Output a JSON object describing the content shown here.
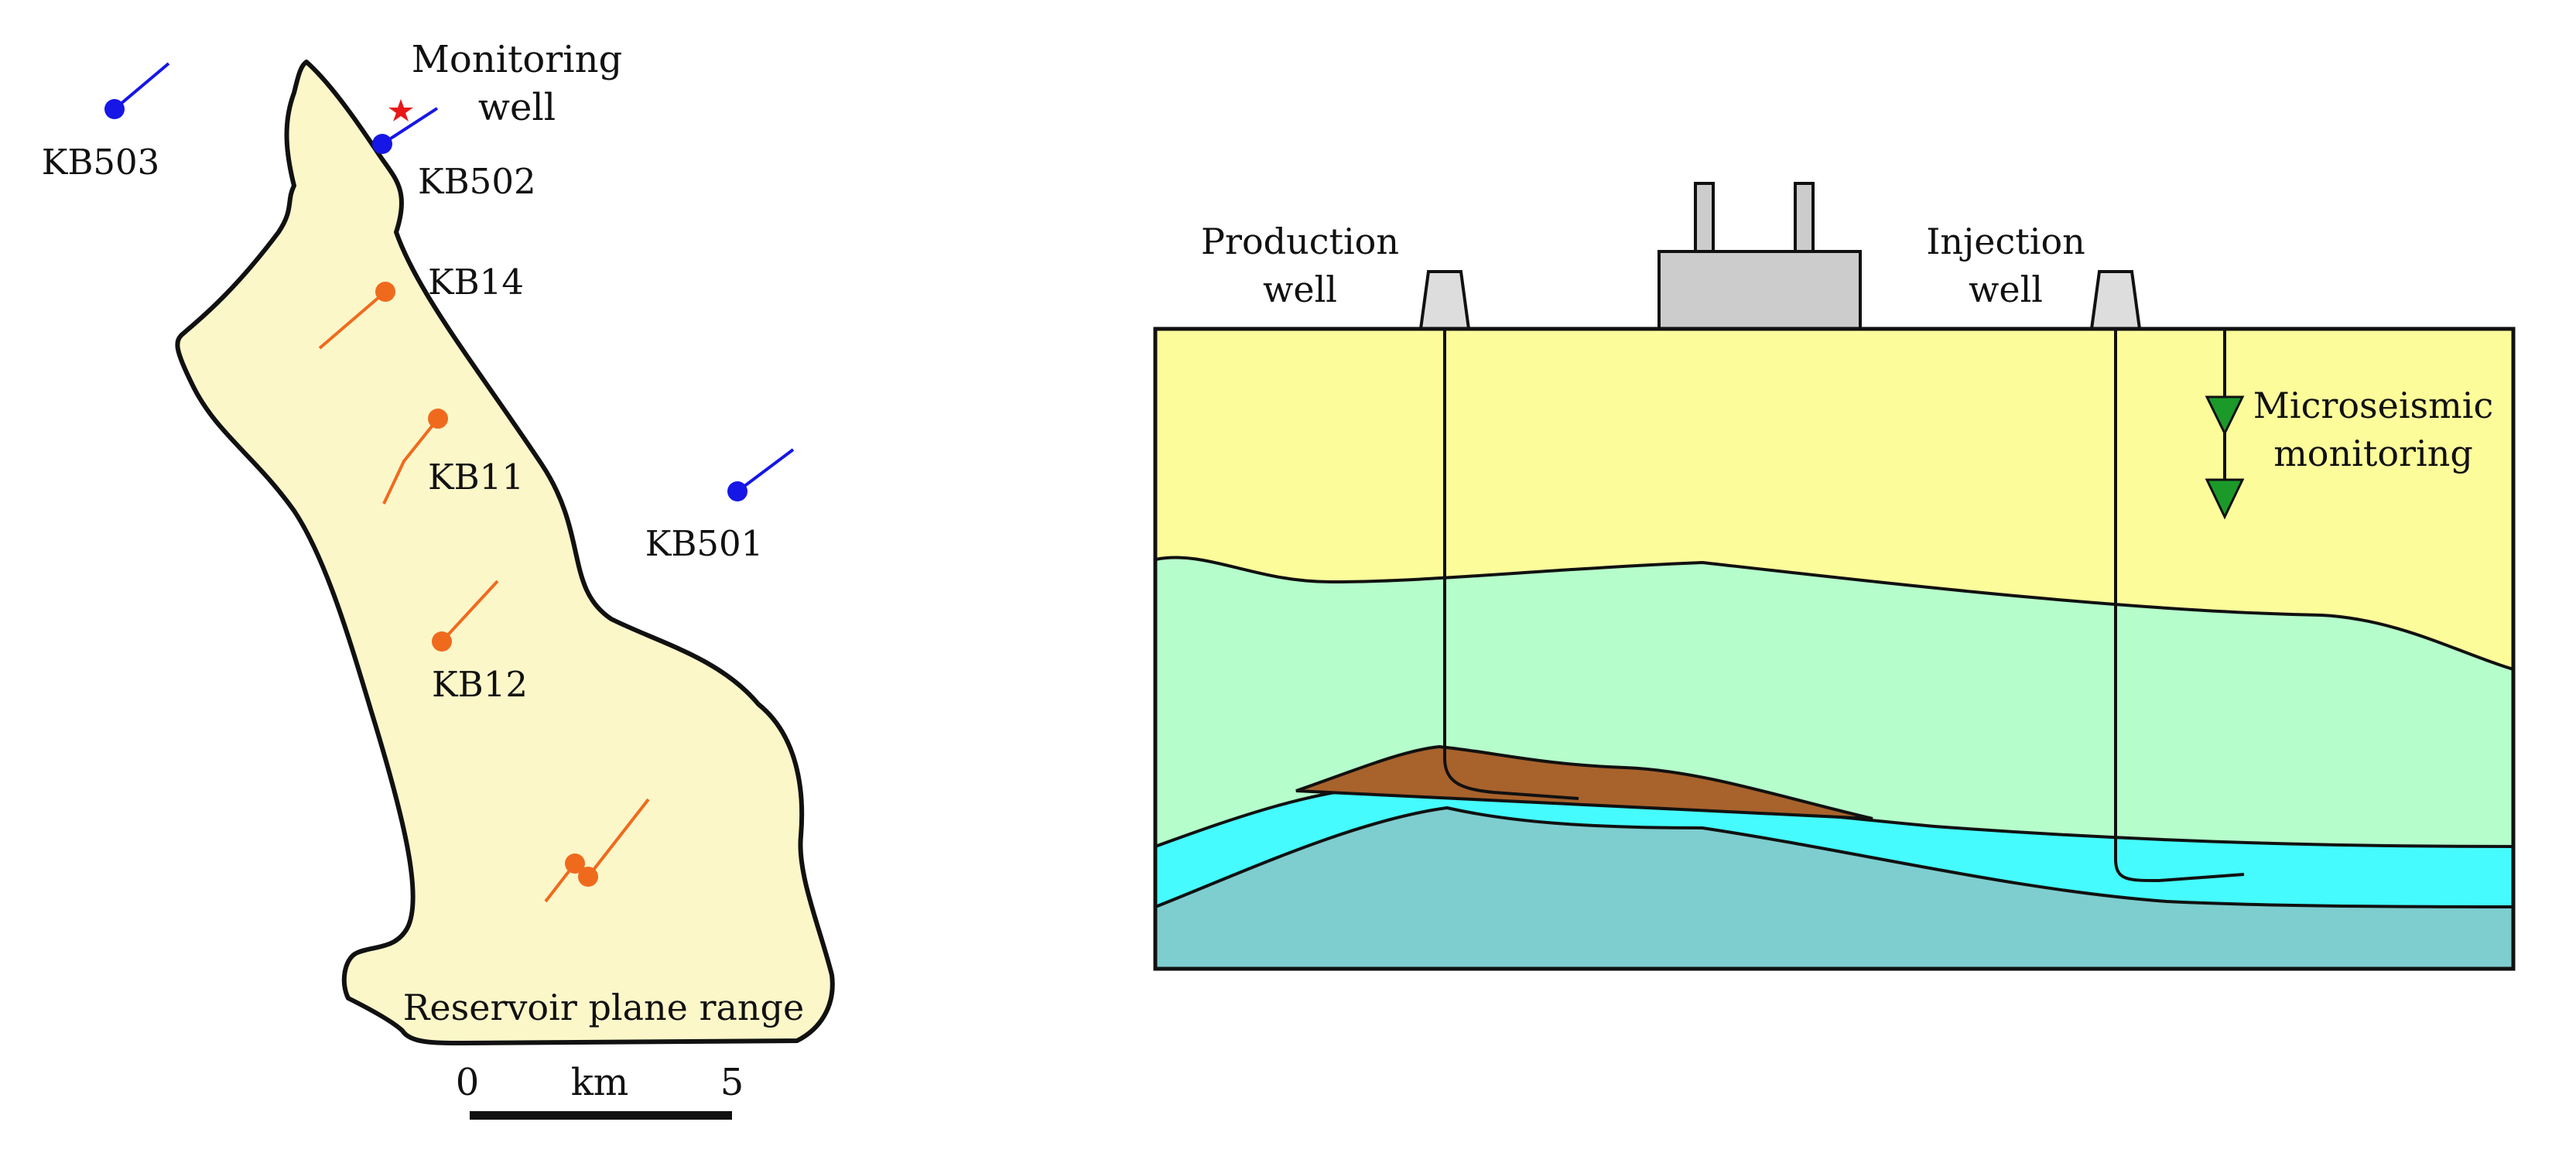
{
  "map": {
    "labels": {
      "monitoring_well_line1": "Monitoring",
      "monitoring_well_line2": "well",
      "reservoir_range": "Reservoir plane range"
    },
    "wells": [
      {
        "id": "KB503",
        "label": "KB503",
        "type": "monitoring"
      },
      {
        "id": "KB502",
        "label": "KB502",
        "type": "monitoring"
      },
      {
        "id": "KB14",
        "label": "KB14",
        "type": "injection"
      },
      {
        "id": "KB11",
        "label": "KB11",
        "type": "injection"
      },
      {
        "id": "KB501",
        "label": "KB501",
        "type": "monitoring"
      },
      {
        "id": "KB12",
        "label": "KB12",
        "type": "injection"
      }
    ],
    "scale_bar": {
      "start": "0",
      "unit": "km",
      "end": "5"
    }
  },
  "cross_section": {
    "labels": {
      "production_line1": "Production",
      "production_line2": "well",
      "injection_line1": "Injection",
      "injection_line2": "well",
      "microseismic_line1": "Microseismic",
      "microseismic_line2": "monitoring"
    }
  },
  "colors": {
    "reservoir_fill": "#fcf7c9",
    "monitoring_well": "#1616e6",
    "injection_well": "#f06a1e",
    "star": "#e81818",
    "layer_top": "#fdfc9b",
    "layer_upper": "#b5fecb",
    "gas_zone": "#a8622c",
    "aquifer": "#46fbfd",
    "basement": "#7ecdcf",
    "facility": "#cccccc",
    "wellhead": "#dddddd",
    "geophone": "#1b9a2a"
  }
}
